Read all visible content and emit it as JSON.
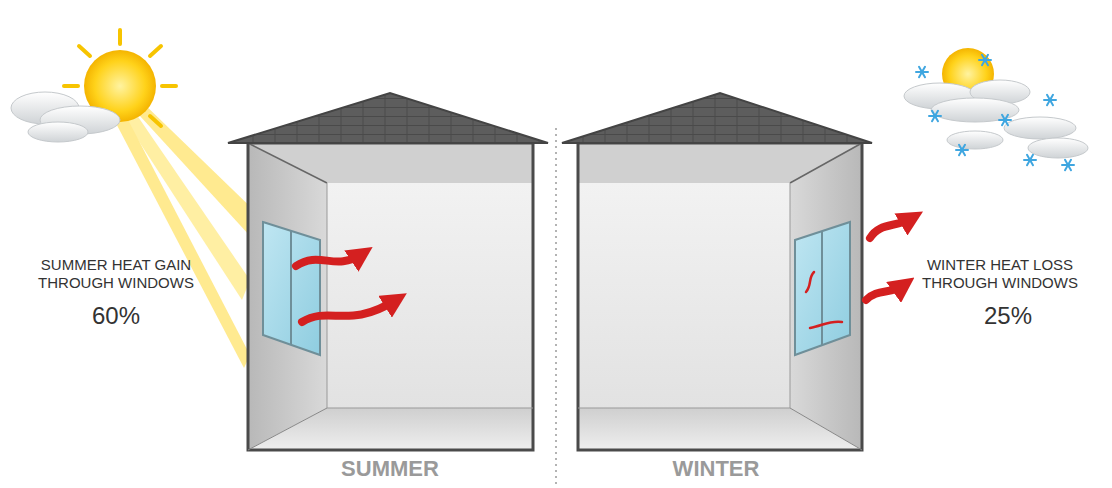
{
  "diagram": {
    "labels": [
      "SUMMER HEAT GAIN THROUGH WINDOWS",
      "60%",
      "WINTER HEAT LOSS THROUGH WINDOWS",
      "25%",
      "SUMMER",
      "WINTER"
    ]
  }
}
